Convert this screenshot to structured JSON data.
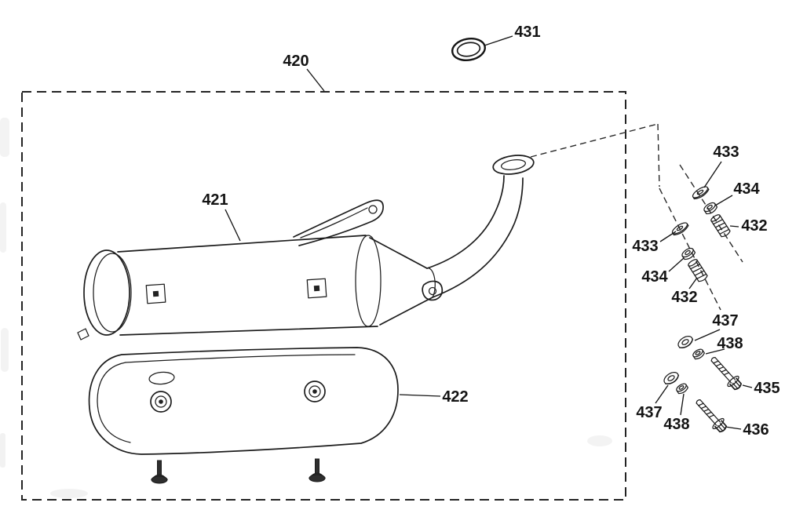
{
  "style": {
    "background": "#ffffff",
    "line_color": "#1c1c1c",
    "label_color": "#141414"
  },
  "labels": {
    "boundary": "420",
    "gasket": "431",
    "muffler": "421",
    "heat_shield": "422",
    "washer_a": "433",
    "nut_a": "434",
    "stud_a": "432",
    "washer_b": "433",
    "nut_b": "434",
    "stud_b": "432",
    "lock_washer_a": "437",
    "flange_nut_a": "438",
    "bolt_long": "435",
    "lock_washer_b": "437",
    "flange_nut_b": "438",
    "bolt_short": "436"
  }
}
